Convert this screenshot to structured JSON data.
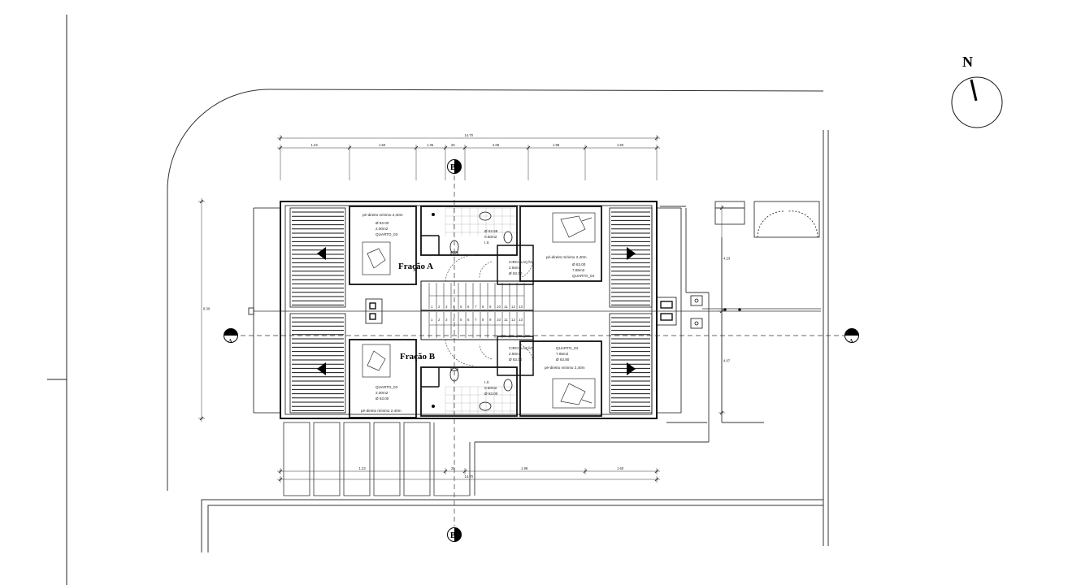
{
  "north_label": "N",
  "units": {
    "a": {
      "name": "Fração A",
      "rooms": {
        "left_bedroom": [
          "pé-direito mínimo 2,40m",
          "Ø 63.00",
          "2.00m2",
          "QUARTO_03"
        ],
        "bath": [
          "Ø 63.58",
          "0.50m2",
          "I.S"
        ],
        "circulation": [
          "CIRCULAÇÃO",
          "2.50m2",
          "Ø 63.00"
        ],
        "right_bedroom": [
          "pé-direito mínimo 2,40m",
          "Ø 63.00",
          "7.85m2",
          "QUARTO_04"
        ]
      }
    },
    "b": {
      "name": "Fração B",
      "rooms": {
        "left_bedroom": [
          "QUARTO_03",
          "2.00m2",
          "Ø 63.00",
          "pé-direito mínimo 2,40m"
        ],
        "bath": [
          "I.S",
          "0.50m2",
          "Ø 63.00"
        ],
        "circulation": [
          "CIRCULAÇÃO",
          "2.50m2",
          "Ø 63.00"
        ],
        "right_bedroom": [
          "QUARTO_04",
          "7.85m2",
          "Ø 63.80",
          "pé-direito mínimo 2,40m"
        ]
      }
    }
  },
  "section_markers": [
    "B",
    "B",
    "A",
    "A"
  ],
  "stair_steps_top": [
    "1",
    "2",
    "3",
    "4",
    "5",
    "6",
    "7",
    "8",
    "9",
    "10",
    "11",
    "12",
    "13"
  ],
  "stair_steps_bottom": [
    "1",
    "2",
    "3",
    "4",
    "5",
    "6",
    "7",
    "8",
    "9",
    "10",
    "11",
    "12",
    "13"
  ],
  "dimensions": {
    "top_total": "14.70",
    "top_segments": [
      "1.23",
      "1.50",
      "1.35",
      "25",
      "2.06",
      "1.98",
      "1.60"
    ],
    "bottom_total": "14.70",
    "bottom_segments": [
      "1.23",
      "25",
      "1.98",
      "1.60"
    ],
    "left_total": "8.30",
    "right_segments": [
      "4.23",
      "4.07"
    ]
  }
}
